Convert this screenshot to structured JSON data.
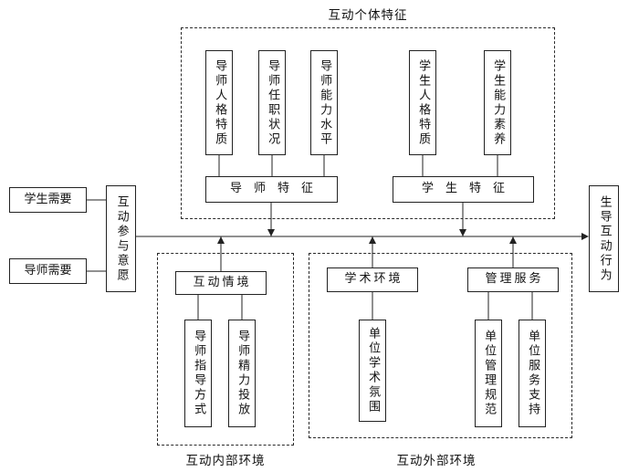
{
  "top_group": {
    "label": "互动个体特征",
    "traits": [
      {
        "label": "导师人格特质"
      },
      {
        "label": "导师任职状况"
      },
      {
        "label": "导师能力水平"
      },
      {
        "label": "学生人格特质"
      },
      {
        "label": "学生能力素养"
      }
    ],
    "mentor_summary": "导师特征",
    "student_summary": "学生特征"
  },
  "inputs": {
    "student_need": "学生需要",
    "mentor_need": "导师需要",
    "willingness": "互动参与意愿"
  },
  "output": {
    "behavior": "生导互动行为"
  },
  "internal_env": {
    "label": "互动内部环境",
    "context": "互动情境",
    "items": [
      {
        "label": "导师指导方式"
      },
      {
        "label": "导师精力投放"
      }
    ]
  },
  "external_env": {
    "label": "互动外部环境",
    "academic": "学术环境",
    "academic_items": [
      {
        "label": "单位学术氛围"
      }
    ],
    "management": "管理服务",
    "management_items": [
      {
        "label": "单位管理规范"
      },
      {
        "label": "单位服务支持"
      }
    ]
  }
}
